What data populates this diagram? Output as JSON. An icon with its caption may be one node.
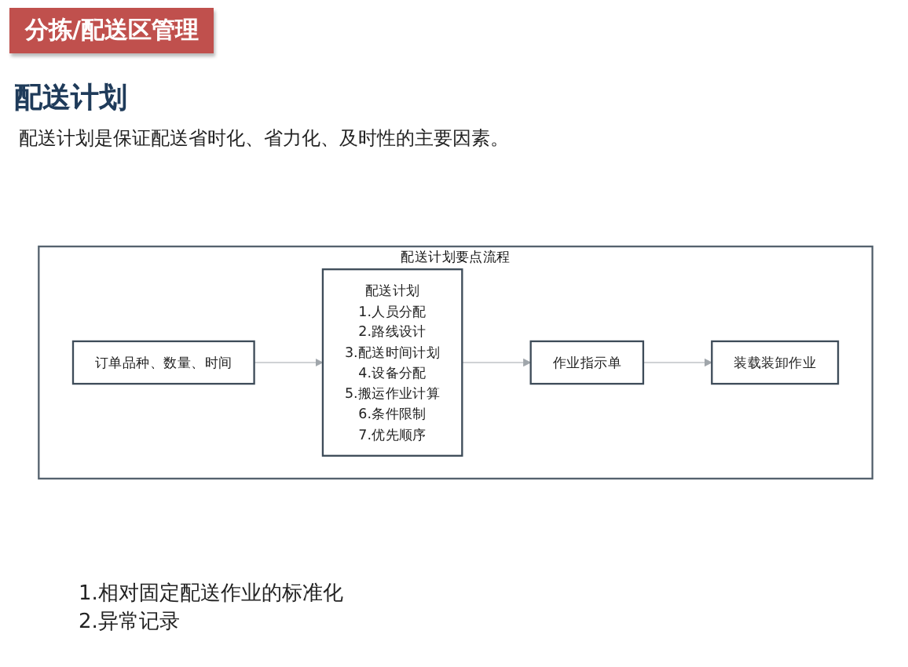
{
  "diagram": {
    "title": "配送计划",
    "nodes": [
      {
        "text": [
          "配送计划要点流程"
        ]
      },
      {
        "text": [
          "订单品种、数量、时间"
        ],
        "in": 0
      },
      {
        "text": [
          "配送计划",
          "1.人员分配",
          "2.路线设计",
          "3.配送时间计划",
          "4.设备分配",
          "5.搬运作业计算",
          "6.条件限制",
          "7.优先顺序"
        ],
        "in": 0
      },
      {
        "text": [
          "作业指示单"
        ],
        "in": 0
      },
      {
        "text": [
          "装载装卸作业"
        ],
        "in": 0
      }
    ],
    "edges": [
      {
        "from": 1,
        "to": 2,
        "arrow": "to"
      },
      {
        "from": 2,
        "to": 3,
        "arrow": "to"
      },
      {
        "from": 3,
        "to": 4,
        "arrow": "to"
      }
    ],
    "labels": [
      "分拣/配送区管理",
      "配送计划是保证配送省时化、省力化、及时性的主要因素。",
      "1.相对固定配送作业的标准化",
      "2.异常记录"
    ]
  }
}
